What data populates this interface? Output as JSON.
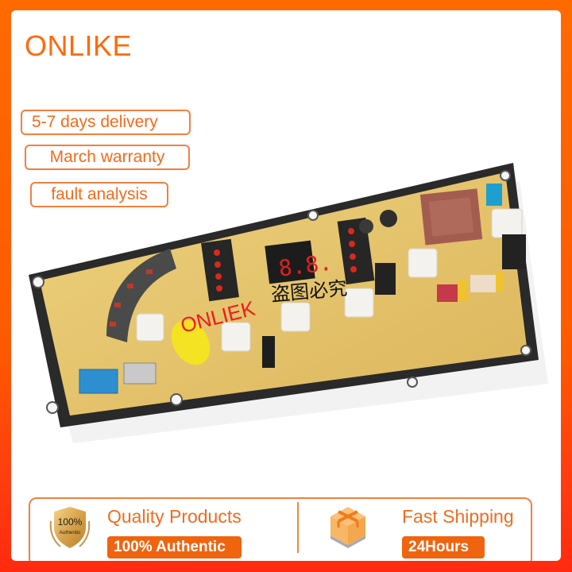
{
  "header": {
    "brand": "ONLIKE"
  },
  "features": [
    {
      "label": "5-7 days delivery"
    },
    {
      "label": "March warranty"
    },
    {
      "label": "fault analysis"
    }
  ],
  "product": {
    "description": "Washing machine control board (PCB) with red 7-segment display, LED indicator arrays, white push buttons, transformer and connectors",
    "display_digits": "8.8.",
    "watermark_latin": "ONLIEK",
    "watermark_cjk": "盗图必究"
  },
  "banner": {
    "quality": {
      "icon": "authentic-badge-icon",
      "badge_line1": "100%",
      "badge_line2": "Authentic",
      "title": "Quality Products",
      "pill": "100% Authentic"
    },
    "shipping": {
      "icon": "package-box-icon",
      "title": "Fast Shipping",
      "pill": "24Hours"
    }
  },
  "colors": {
    "accent": "#ff6a00",
    "frame_bottom": "#ff2a10",
    "pill_bg": "#f0640f",
    "text_accent": "#f26b1d"
  }
}
